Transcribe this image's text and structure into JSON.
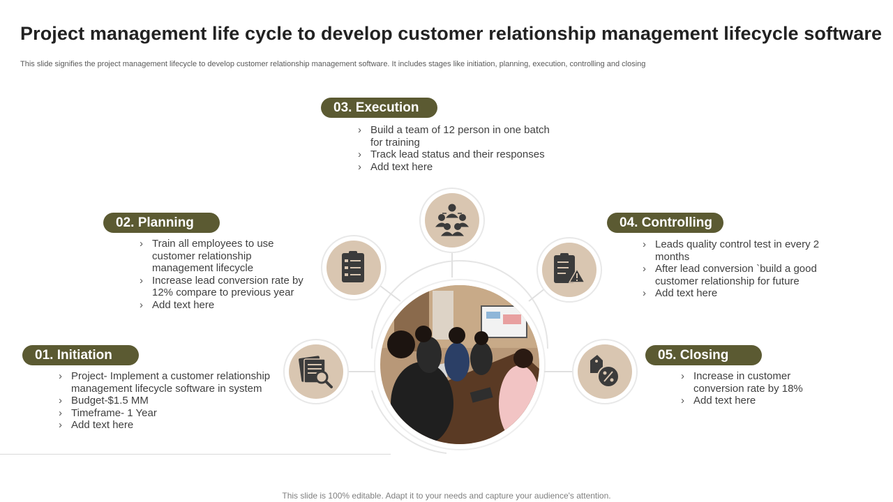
{
  "header": {
    "title": "Project management life cycle to develop customer relationship management lifecycle software",
    "subtitle": "This slide signifies the project management lifecycle to develop customer relationship management software. It includes stages like initiation, planning, execution, controlling and closing"
  },
  "stages": [
    {
      "label": "01. Initiation",
      "icon": "document-search-icon",
      "bullets": [
        "Project- Implement a customer relationship management lifecycle software in system",
        "Budget-$1.5 MM",
        "Timeframe- 1 Year",
        "Add text here"
      ]
    },
    {
      "label": "02. Planning",
      "icon": "checklist-clipboard-icon",
      "bullets": [
        "Train all employees to use customer relationship management lifecycle",
        "Increase lead conversion rate by 12% compare to previous year",
        "Add text here"
      ]
    },
    {
      "label": "03. Execution",
      "icon": "team-network-icon",
      "bullets": [
        "Build a team of 12 person in one batch for training",
        "Track lead status and their responses",
        "Add text here"
      ]
    },
    {
      "label": "04. Controlling",
      "icon": "clipboard-warning-icon",
      "bullets": [
        "Leads quality control test in every 2 months",
        "After lead conversion `build a good customer relationship for future",
        "Add text here"
      ]
    },
    {
      "label": "05. Closing",
      "icon": "discount-tag-icon",
      "bullets": [
        "Increase in customer conversion rate by 18%",
        "Add text here"
      ]
    }
  ],
  "center_image": "team-meeting-photo",
  "footer": {
    "text": "This slide is 100% editable. Adapt it to your needs and capture your audience's attention."
  },
  "colors": {
    "pill": "#5b5a32",
    "icon_circle": "#d9c6b1",
    "ring": "#e5e5e5",
    "icon_dark": "#3b3b3b"
  }
}
